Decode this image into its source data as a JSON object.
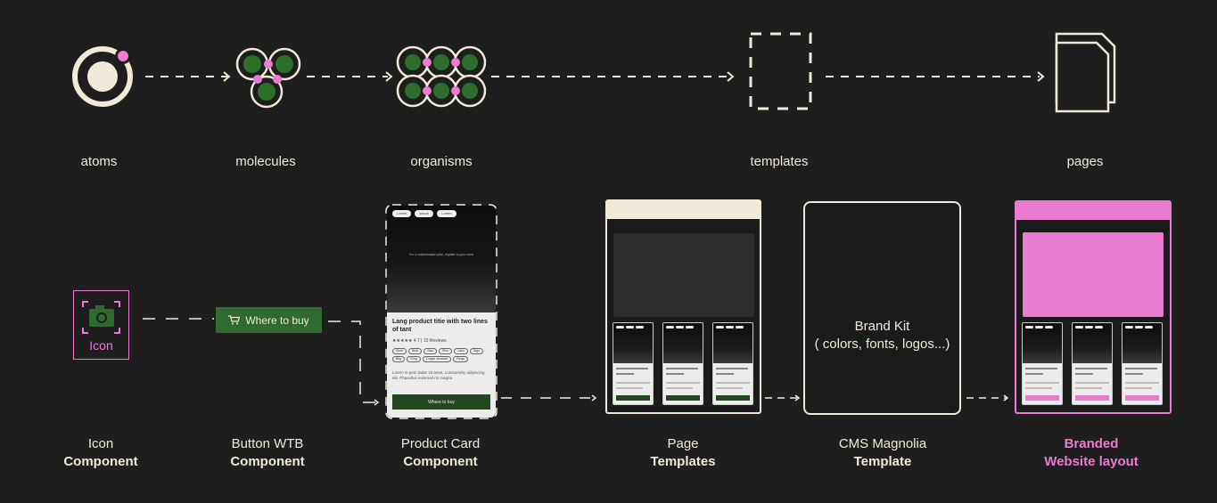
{
  "stages": {
    "atoms": "atoms",
    "molecules": "molecules",
    "organisms": "organisms",
    "templates": "templates",
    "pages": "pages"
  },
  "components": {
    "icon": {
      "line1": "Icon",
      "line2": "Component",
      "box_text": "Icon"
    },
    "button": {
      "line1": "Button WTB",
      "line2": "Component",
      "label": "Where to buy"
    },
    "product_card": {
      "line1": "Product Card",
      "line2": "Component",
      "chips": [
        "Lorem",
        "Ipsum",
        "Lorem"
      ],
      "tagline": "For a customisation plan, register to your need",
      "title": "Lang product titie with two lines of tant",
      "rating": "★★★★★ 4.7 | 10 Reviews",
      "tags": [
        "Stem",
        "Best",
        "Stac",
        "Pico",
        "Laso",
        "Tags",
        "Bilg",
        "Tung",
        "Longer-tenance",
        "Rega"
      ],
      "desc": "Lorem Is pem Dalm sit amet, Lomsortehy adipiscing elit. Phasellus euismod mi magna.",
      "button": "Where to buy"
    },
    "page_templates": {
      "line1": "Page",
      "line2": "Templates"
    },
    "cms": {
      "line1": "CMS Magnolia",
      "line2": "Template",
      "bk1": "Brand Kit",
      "bk2": "( colors, fonts, logos...)"
    },
    "branded": {
      "line1": "Branded",
      "line2": "Website layout"
    }
  },
  "colors": {
    "background": "#1e1e1e",
    "cream": "#f2ead8",
    "pink": "#e97bd0",
    "green": "#2f6a2f",
    "dark_green": "#23471f"
  },
  "icons": [
    "atom-icon",
    "molecule-icon",
    "organism-icon",
    "template-icon",
    "pages-icon",
    "camera-icon",
    "cart-icon",
    "palette-icon"
  ]
}
